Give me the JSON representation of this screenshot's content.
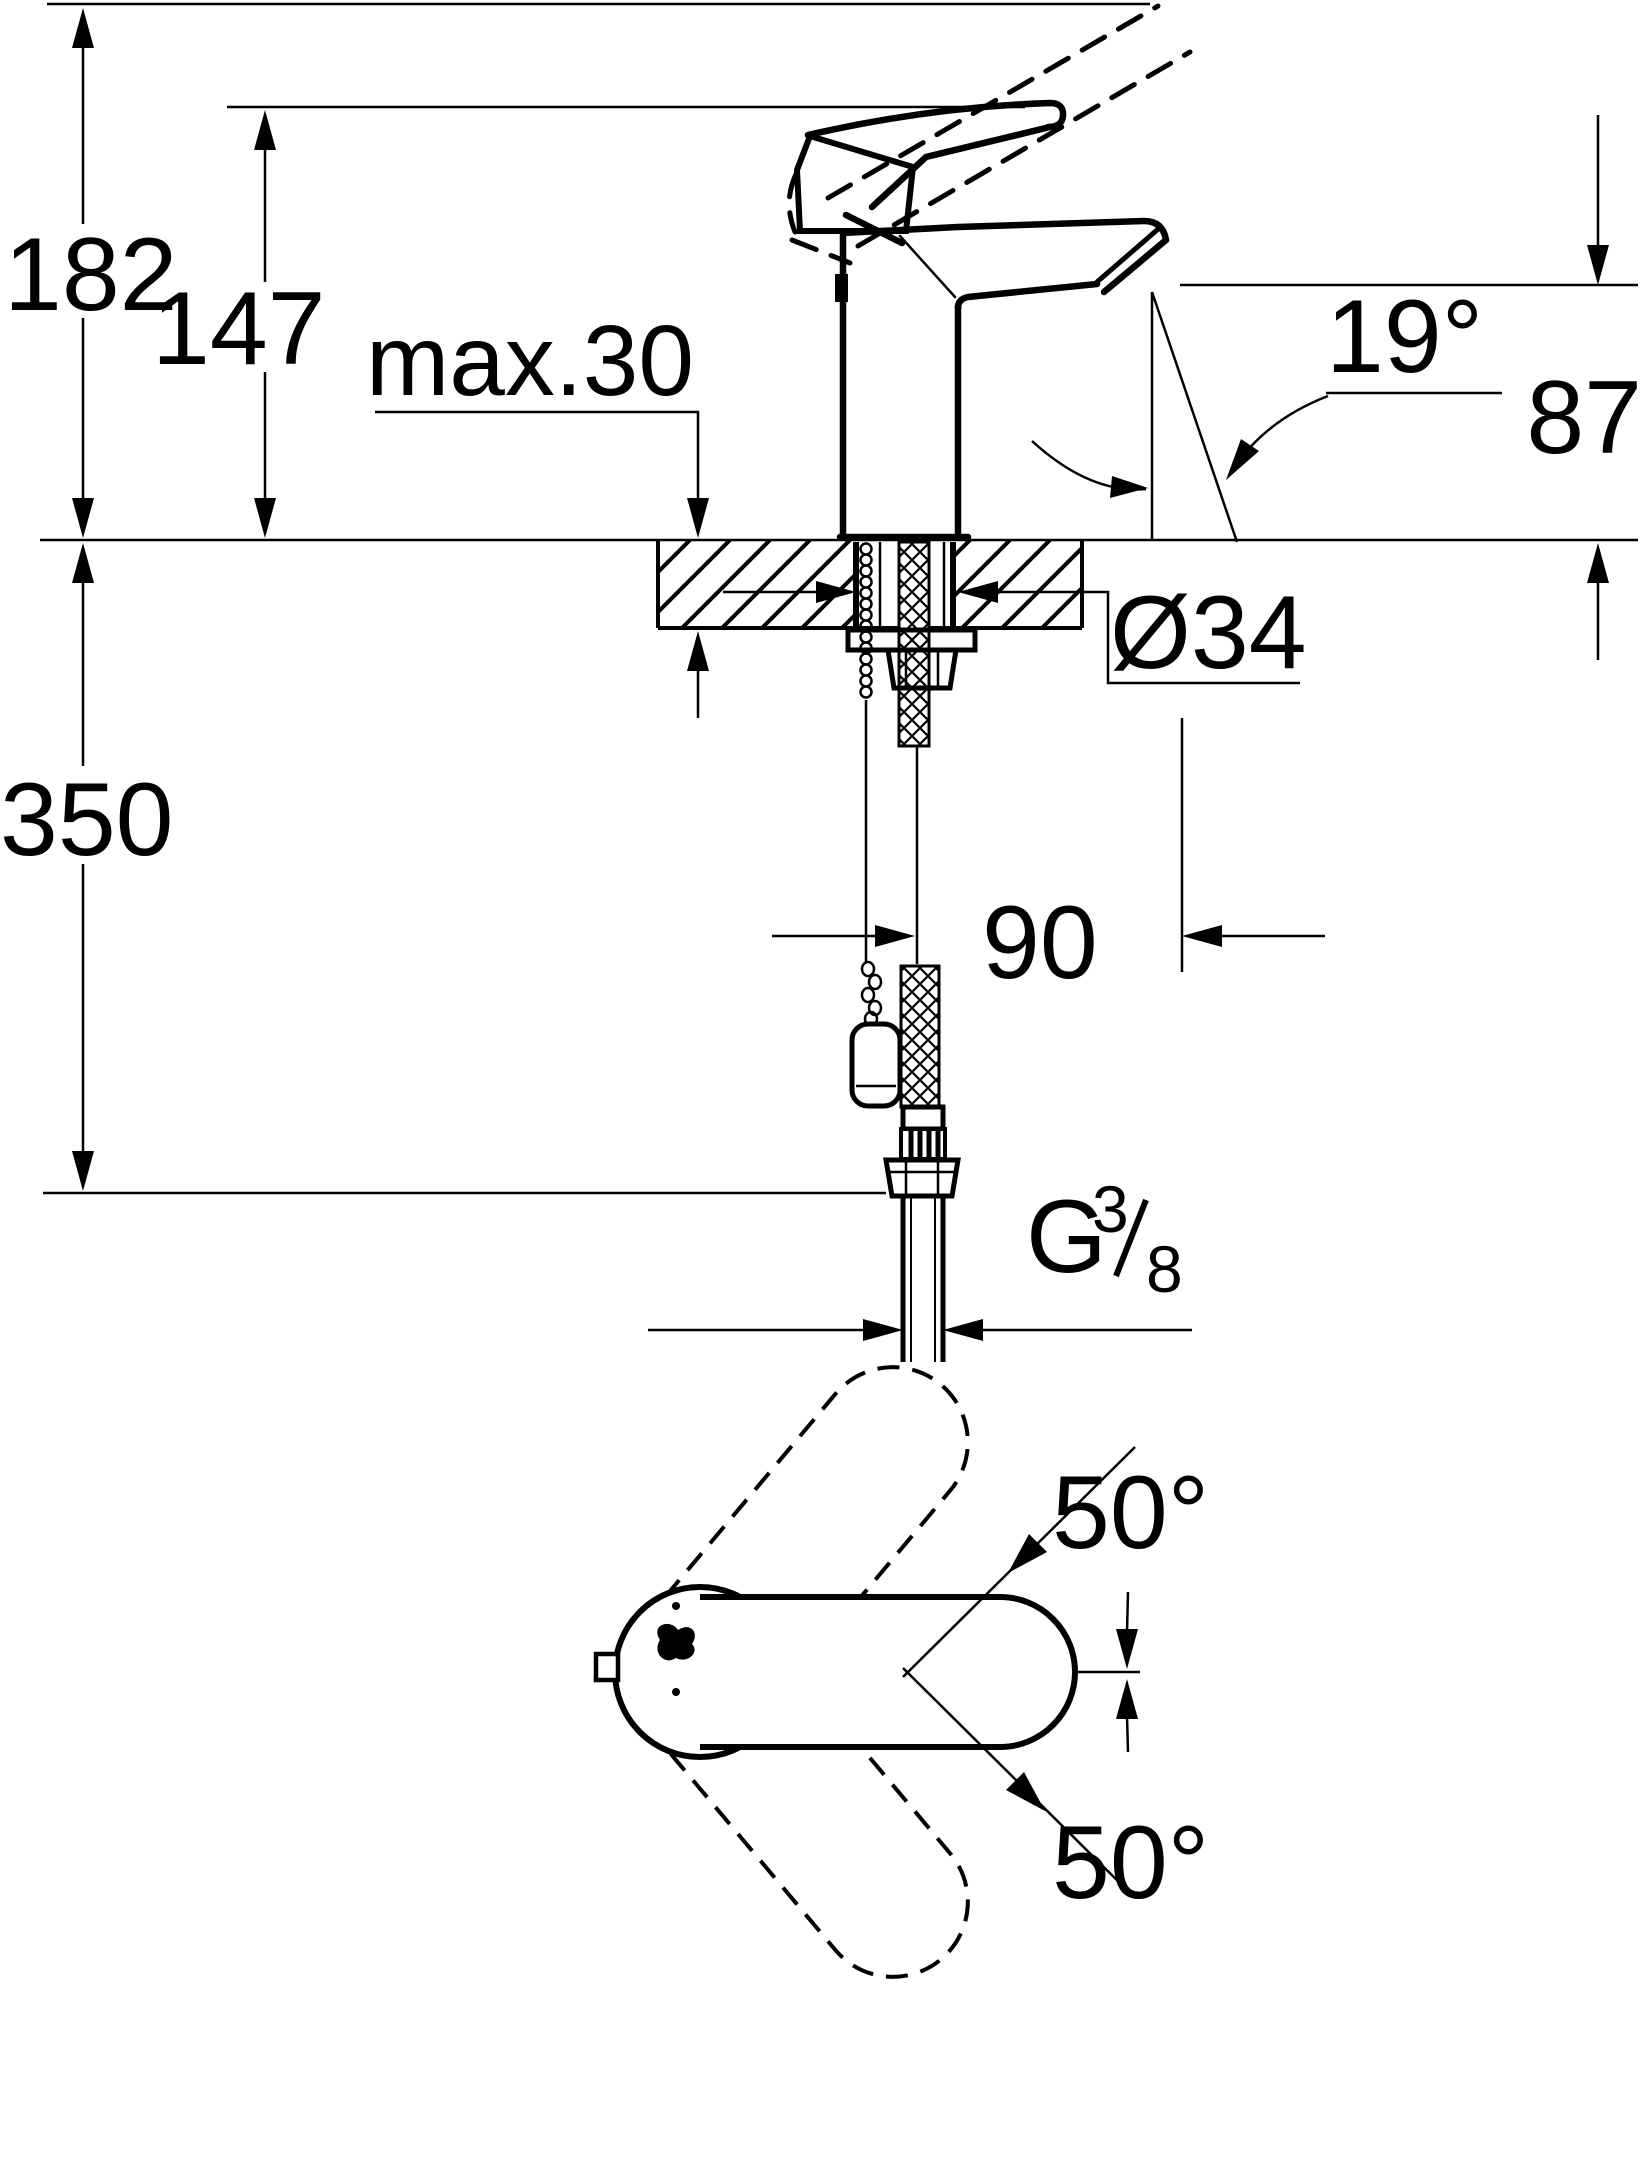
{
  "drawing": {
    "type": "technical-dimension-drawing",
    "subject": "single-lever basin mixer faucet, side elevation with installation cross-section and top view of handle swivel range",
    "colors": {
      "line": "#000000",
      "background": "#ffffff"
    },
    "dims": {
      "height_open": "182",
      "height_closed": "147",
      "deck_thickness": "max.30",
      "spout_angle": "19°",
      "outlet_height": "87",
      "hole_diameter": "Ø34",
      "hose_length": "350",
      "spout_reach": "90",
      "thread_letter": "G",
      "thread_numerator": "3",
      "thread_denominator": "8",
      "swivel_upper": "50°",
      "swivel_lower": "50°"
    }
  }
}
